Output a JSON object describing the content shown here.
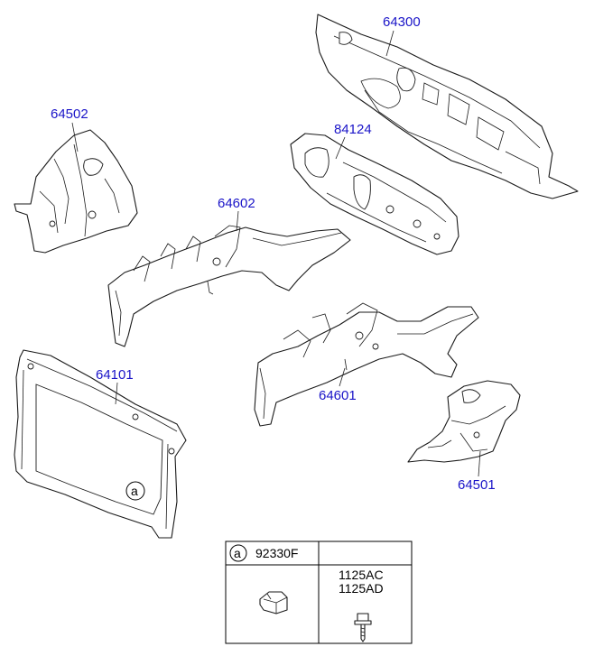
{
  "colors": {
    "callout": "#1a14c8",
    "line": "#1a1a1a",
    "background": "#ffffff"
  },
  "callouts": {
    "p64300": "64300",
    "p64502": "64502",
    "p84124": "84124",
    "p64602": "64602",
    "p64101": "64101",
    "p64601": "64601",
    "p64501": "64501"
  },
  "marker": "a",
  "table": {
    "marker": "a",
    "part_a": "92330F",
    "bolt_1": "1125AC",
    "bolt_2": "1125AD"
  }
}
